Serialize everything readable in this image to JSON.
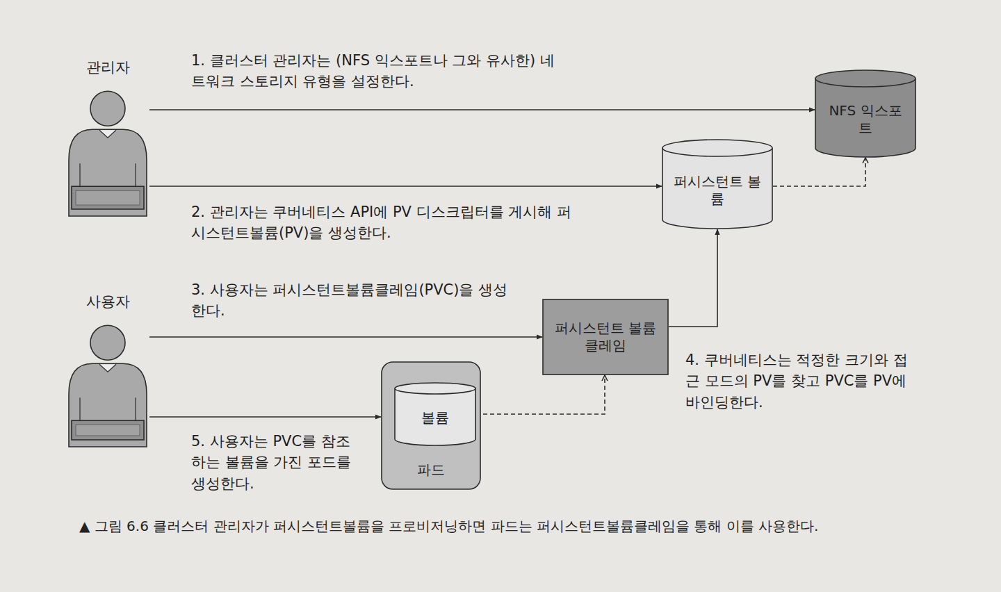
{
  "diagram": {
    "caption": "▲ 그림 6.6 클러스터 관리자가 퍼시스턴트볼륨을 프로비저닝하면 파드는 퍼시스턴트볼륨클레임을 통해 이를 사용한다.",
    "nodes": [
      {
        "text": [
          "관리자"
        ]
      },
      {
        "text": [
          "NFS 익스포트"
        ]
      },
      {
        "text": [
          "퍼시스턴트 볼륨"
        ]
      },
      {
        "text": [
          "사용자"
        ]
      },
      {
        "text": [
          "퍼시스턴트 볼륨클레임"
        ]
      },
      {
        "text": [
          "파드"
        ]
      },
      {
        "text": [
          "볼륨"
        ],
        "in": 5
      }
    ],
    "edges": [
      {
        "from": 0,
        "to": 1,
        "arrow": "to",
        "label": "1. 클러스터 관리자는 (NFS 익스포트나 그와 유사한) 네트워크 스토리지 유형을 설정한다."
      },
      {
        "from": 0,
        "to": 2,
        "arrow": "to",
        "label": "2. 관리자는 쿠버네티스 API에 PV 디스크립터를 게시해 퍼시스턴트볼륨(PV)을 생성한다."
      },
      {
        "from": 2,
        "to": 1,
        "arrow": "to"
      },
      {
        "from": 3,
        "to": 4,
        "arrow": "to",
        "label": "3. 사용자는 퍼시스턴트볼륨클레임(PVC)을 생성한다."
      },
      {
        "from": 4,
        "to": 2,
        "arrow": "to",
        "label": "4. 쿠버네티스는 적정한 크기와 접근 모드의 PV를 찾고 PVC를 PV에 바인딩한다."
      },
      {
        "from": 3,
        "to": 5,
        "arrow": "to",
        "label": "5. 사용자는 PVC를 참조하는 볼륨을 가진 포드를 생성한다."
      },
      {
        "from": 6,
        "to": 4,
        "arrow": "to"
      }
    ]
  }
}
